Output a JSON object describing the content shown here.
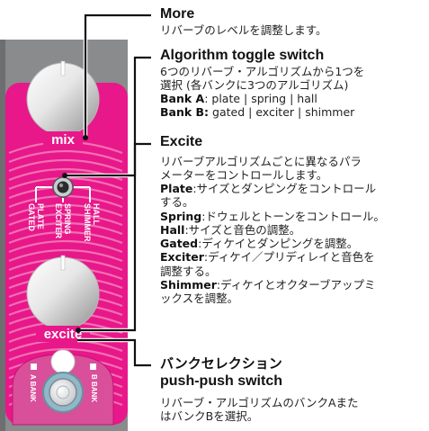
{
  "pedal": {
    "colors": {
      "pink": "#e8178a",
      "pink_light": "#f070b2",
      "gray": "#8a8b8d",
      "dark": "#555659"
    },
    "labels": {
      "mix": "mix",
      "excite": "excite",
      "shimmer": "SHIMMER",
      "hall": "HALL",
      "exciter": "EXCITER",
      "spring": "SPRING",
      "gated": "GATED",
      "plate": "PLATE",
      "a_bank": "A BANK",
      "b_bank": "B BANK"
    }
  },
  "callouts": {
    "more": {
      "title": "More",
      "body": "リバーブのレベルを調整します。"
    },
    "algorithm": {
      "title": "Algorithm toggle switch",
      "body_lines": [
        "6つのリバーブ・アルゴリズムから1つを",
        "選択 (各バンクに3つのアルゴリズム)"
      ],
      "bank_a_label": "Bank A",
      "bank_a_value": ": plate | spring | hall",
      "bank_b_label": "Bank B:",
      "bank_b_value": " gated | exciter | shimmer"
    },
    "excite": {
      "title": "Excite",
      "intro_lines": [
        "リバーブアルゴリズムごとに異なるパラ",
        "メーターをコントロールします。"
      ],
      "items": [
        {
          "name": "Plate",
          "text": ":サイズとダンピングをコントロール",
          "cont": "する。"
        },
        {
          "name": "Spring",
          "text": ":ドウェルとトーンをコントロール。",
          "cont": ""
        },
        {
          "name": "Hall",
          "text": ":サイズと音色の調整。",
          "cont": ""
        },
        {
          "name": "Gated",
          "text": ":ディケイとダンピングを調整。",
          "cont": ""
        },
        {
          "name": "Exciter",
          "text": ":ディケイ／プリディレイと音色を",
          "cont": "調整する。"
        },
        {
          "name": "Shimmer",
          "text": ":ディケイとオクターブアップミ",
          "cont": "ックスを調整。"
        }
      ]
    },
    "bank": {
      "title_jp": "バンクセレクション",
      "title_en": "push-push switch",
      "body_lines": [
        "リバーブ・アルゴリズムのバンクAまた",
        "はバンクBを選択。"
      ]
    }
  }
}
